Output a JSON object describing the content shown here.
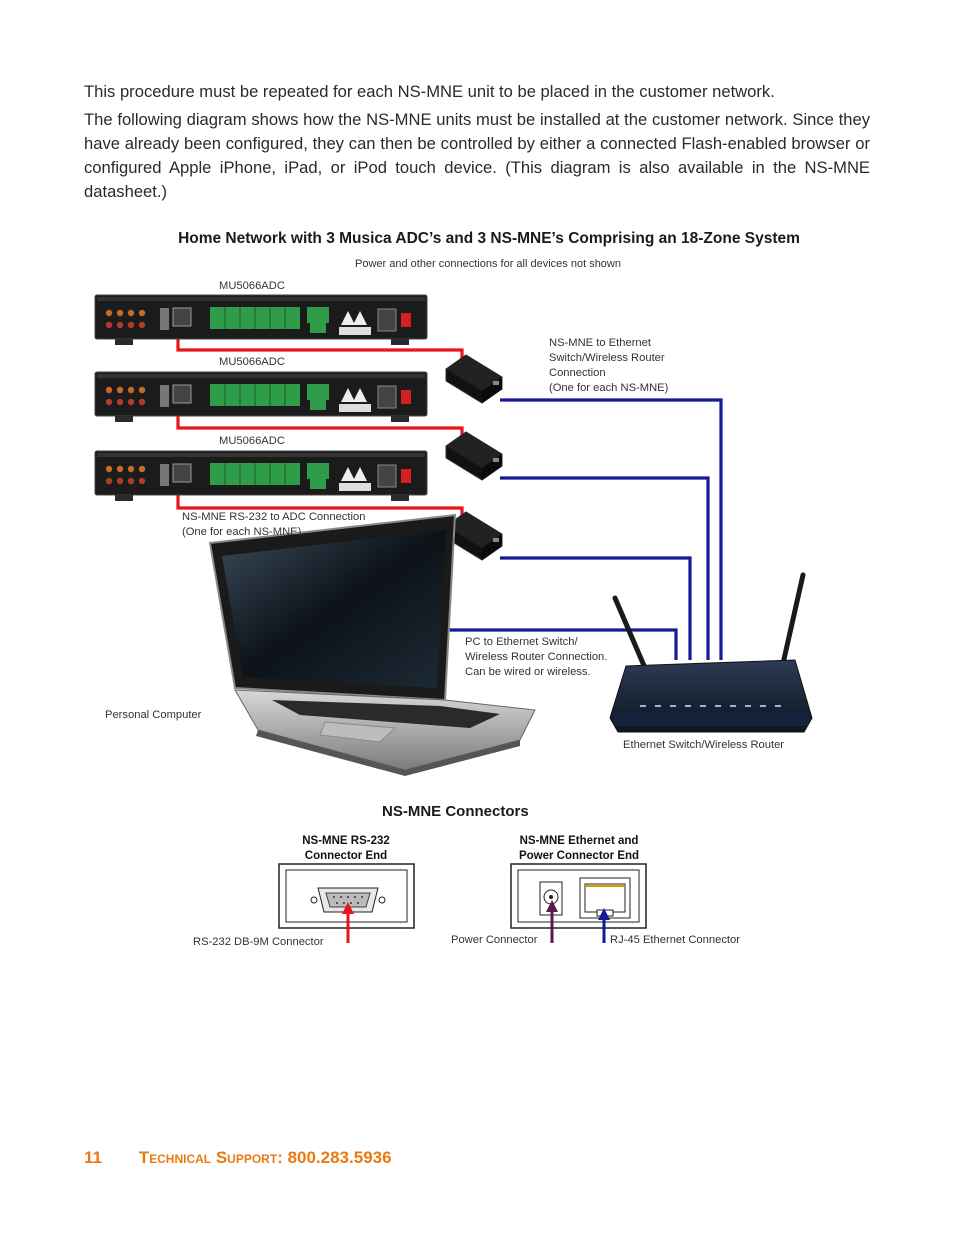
{
  "body": {
    "paragraph1": "This procedure must be repeated for each NS-MNE unit to be placed in the customer network.",
    "paragraph2": "The following diagram shows how the NS-MNE units must be installed at the customer network. Since they have already been configured, they can then be controlled by either a connected Flash-enabled browser or configured Apple iPhone, iPad, or iPod touch device. (This diagram is also available in the NS-MNE datasheet.)"
  },
  "diagram": {
    "title": "Home Network with 3 Musica ADC’s and 3 NS-MNE’s Comprising an 18-Zone System",
    "subtitle": "Power and other connections for all devices not shown",
    "adc_labels": [
      "MU5066ADC",
      "MU5066ADC",
      "MU5066ADC"
    ],
    "nsmne_ethernet_label": [
      "NS-MNE to Ethernet",
      "Switch/Wireless Router",
      "Connection",
      "(One for each NS-MNE)"
    ],
    "rs232_label": [
      "NS-MNE RS-232 to ADC Connection",
      "(One for each NS-MNE)"
    ],
    "pc_connection_label": [
      "PC to Ethernet Switch/",
      "Wireless Router Connection.",
      "Can be wired or wireless."
    ],
    "pc_label": "Personal Computer",
    "router_label": "Ethernet Switch/Wireless Router",
    "colors": {
      "rs232_line": "#e8141c",
      "ethernet_line": "#16199a",
      "power_arrow": "#5a1a4a"
    }
  },
  "connectors": {
    "title": "NS-MNE Connectors",
    "rs232_end_title": [
      "NS-MNE RS-232",
      "Connector End"
    ],
    "ethernet_end_title": [
      "NS-MNE Ethernet and",
      "Power Connector End"
    ],
    "db9_label": "RS-232 DB-9M Connector",
    "power_label": "Power Connector",
    "rj45_label": "RJ-45 Ethernet Connector"
  },
  "footer": {
    "page_number": "11",
    "label": "Technical Support:",
    "phone": "800.283.5936"
  }
}
